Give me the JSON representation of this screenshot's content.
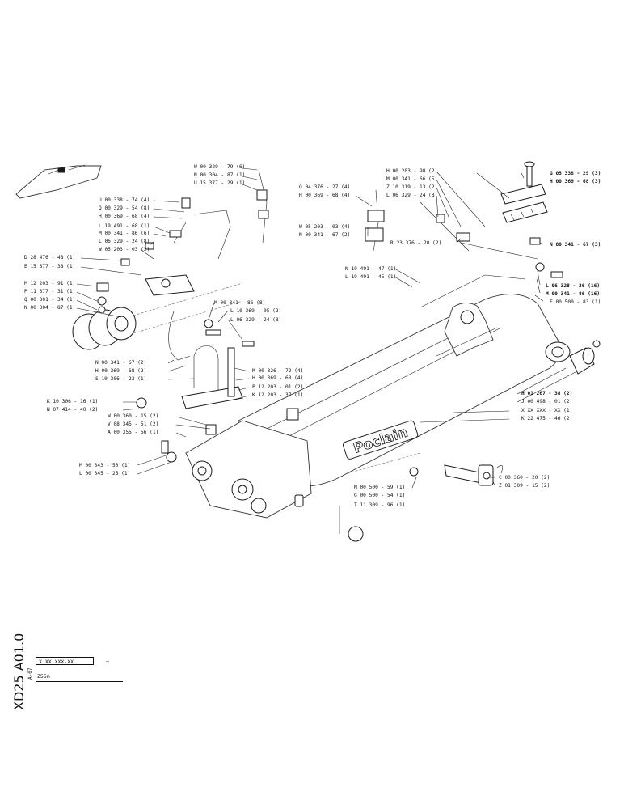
{
  "sheet": {
    "code": "XD25 A01.0",
    "sub_code": "A-07",
    "ref_box": "X XX XXX-XX",
    "ref_dash": "—",
    "tonnage": "Z55m"
  },
  "brand": "Poclain",
  "callouts": [
    {
      "id": "w00329-79",
      "text": "W 00 329 - 79 (6)"
    },
    {
      "id": "n00304-87a",
      "text": "N 00 304 - 87 (1)"
    },
    {
      "id": "u15377-29",
      "text": "U 15 377 - 29 (1)"
    },
    {
      "id": "u00338-74",
      "text": "U 00 338 - 74 (4)"
    },
    {
      "id": "q00329-54",
      "text": "Q 00 329 - 54 (8)"
    },
    {
      "id": "h00369-68a",
      "text": "H 00 369 - 68 (4)"
    },
    {
      "id": "l19491-68",
      "text": "L 19 491 - 68 (1)"
    },
    {
      "id": "m00341-86a",
      "text": "M 00 341 - 86 (6)"
    },
    {
      "id": "l06329-24a",
      "text": "L 06 329 - 24 (8)"
    },
    {
      "id": "w05203-03a",
      "text": "W 05 203 - 03 (2)"
    },
    {
      "id": "d28476-48",
      "text": "D 28 476 - 48 (1)"
    },
    {
      "id": "e15377-38",
      "text": "E 15 377 - 38 (1)"
    },
    {
      "id": "m12203-91",
      "text": "M 12 203 - 91 (1)"
    },
    {
      "id": "p11377-31",
      "text": "P 11 377 - 31 (1)"
    },
    {
      "id": "q00301-34",
      "text": "Q 00 301 - 34 (1)"
    },
    {
      "id": "n00304-87b",
      "text": "N 00 304 - 87 (1)"
    },
    {
      "id": "q04376-27",
      "text": "Q 04 376 - 27 (4)"
    },
    {
      "id": "h00369-68b",
      "text": "H 00 369 - 68 (4)"
    },
    {
      "id": "w05203-03b",
      "text": "W 05 203 - 03 (4)"
    },
    {
      "id": "n00341-67a",
      "text": "N 00 341 - 67 (2)"
    },
    {
      "id": "h00203-98",
      "text": "H 00 203 - 98 (2)"
    },
    {
      "id": "m00341-66",
      "text": "M 00 341 - 66 (5)"
    },
    {
      "id": "z10319-13",
      "text": "Z 10 319 - 13 (2)"
    },
    {
      "id": "l06329-24b",
      "text": "L 06 329 - 24 (8)"
    },
    {
      "id": "g05338-29",
      "text": "G 05 338 - 29 (3)"
    },
    {
      "id": "h00369-68c",
      "text": "H 00 369 - 68 (3)"
    },
    {
      "id": "r23376-20",
      "text": "R 23 376 - 20 (2)"
    },
    {
      "id": "n00341-67b",
      "text": "N 00 341 - 67 (3)"
    },
    {
      "id": "n19491-47",
      "text": "N 19 491 - 47 (1)"
    },
    {
      "id": "l19491-45",
      "text": "L 19 491 - 45 (1)"
    },
    {
      "id": "l06328-26",
      "text": "L 06 328 - 26 (16)"
    },
    {
      "id": "m00341-86b",
      "text": "M 00 341 - 86 (16)"
    },
    {
      "id": "f00500-83",
      "text": "F 00 500 - 83 (1)"
    },
    {
      "id": "m00341-86c",
      "text": "M 00 341 - 86 (8)"
    },
    {
      "id": "l10369-05",
      "text": "L 10 369 - 05 (2)"
    },
    {
      "id": "l06329-24c",
      "text": "L 06 329 - 24 (8)"
    },
    {
      "id": "n00341-67c",
      "text": "N 00 341 - 67 (2)"
    },
    {
      "id": "h00369-68d",
      "text": "H 00 369 - 68 (2)"
    },
    {
      "id": "s10306-23",
      "text": "S 10 306 - 23 (1)"
    },
    {
      "id": "m00326-72",
      "text": "M 00 326 - 72 (4)"
    },
    {
      "id": "h00369-68e",
      "text": "H 00 369 - 68 (4)"
    },
    {
      "id": "p12203-01",
      "text": "P 12 203 - 01 (2)"
    },
    {
      "id": "k12203-37",
      "text": "K 12 203 - 37 (1)"
    },
    {
      "id": "k10306-16",
      "text": "K 10 306 - 16 (1)"
    },
    {
      "id": "n07414-40",
      "text": "N 07 414 - 40 (2)"
    },
    {
      "id": "w00360-15",
      "text": "W 00 360 - 15 (2)"
    },
    {
      "id": "v08345-51",
      "text": "V 08 345 - 51 (2)"
    },
    {
      "id": "a00355-56",
      "text": "A 00 355 - 56 (1)"
    },
    {
      "id": "h01267-38",
      "text": "H 01 267 - 38 (2)"
    },
    {
      "id": "j00498-01",
      "text": "J 00 498 - 01 (2)"
    },
    {
      "id": "xxxxx",
      "text": "X XX XXX - XX (1)"
    },
    {
      "id": "k22475-46",
      "text": "K 22 475 - 46 (2)"
    },
    {
      "id": "m00343-50",
      "text": "M 00 343 - 50 (1)"
    },
    {
      "id": "l00345-25",
      "text": "L 00 345 - 25 (1)"
    },
    {
      "id": "m00500-59",
      "text": "M 00 500 - 59 (1)"
    },
    {
      "id": "g00500-54",
      "text": "G 00 500 - 54 (1)"
    },
    {
      "id": "t11309-96",
      "text": "T 11 309 - 96 (1)"
    },
    {
      "id": "c00360-20",
      "text": "C 00 360 - 20 (2)"
    },
    {
      "id": "z01309-15",
      "text": "Z 01 309 - 15 (2)"
    }
  ]
}
